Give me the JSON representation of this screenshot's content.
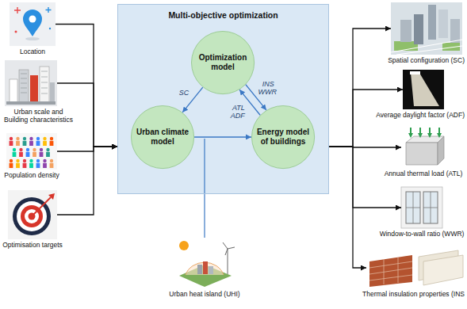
{
  "diagram": {
    "nodes": [
      {
        "text": [
          "Location"
        ]
      },
      {
        "text": [
          "Urban scale and Building characteristics"
        ]
      },
      {
        "text": [
          "Population density"
        ]
      },
      {
        "text": [
          "Optimisation targets"
        ]
      },
      {
        "text": [
          "Multi-objective optimization"
        ]
      },
      {
        "text": [
          "Optimization model"
        ],
        "in": 4
      },
      {
        "text": [
          "Urban climate model"
        ],
        "in": 4
      },
      {
        "text": [
          "Energy model of buildings"
        ],
        "in": 4
      },
      {
        "text": [
          "Urban heat island (UHI)"
        ]
      },
      {
        "text": [
          "Spatial configuration (SC)"
        ]
      },
      {
        "text": [
          "Average daylight factor (ADF)"
        ]
      },
      {
        "text": [
          "Annual thermal load (ATL)"
        ]
      },
      {
        "text": [
          "Window-to-wall ratio (WWR)"
        ]
      },
      {
        "text": [
          "Thermal insulation properties (INS"
        ]
      }
    ],
    "edges": [
      {
        "from": 0,
        "to": 4,
        "arrow": "to"
      },
      {
        "from": 1,
        "to": 4,
        "arrow": "to"
      },
      {
        "from": 2,
        "to": 4,
        "arrow": "to"
      },
      {
        "from": 3,
        "to": 4,
        "arrow": "to"
      },
      {
        "from": 5,
        "to": 6,
        "label": "SC",
        "arrow": "to"
      },
      {
        "from": 5,
        "to": 7,
        "label": "INS WWR",
        "arrow": "to"
      },
      {
        "from": 7,
        "to": 5,
        "label": "ATL ADF",
        "arrow": "to"
      },
      {
        "from": 6,
        "to": 7,
        "arrow": "to"
      },
      {
        "from": 4,
        "to": 9,
        "arrow": "to"
      },
      {
        "from": 4,
        "to": 10,
        "arrow": "to"
      },
      {
        "from": 4,
        "to": 11,
        "arrow": "to"
      },
      {
        "from": 4,
        "to": 12,
        "arrow": "to"
      },
      {
        "from": 4,
        "to": 13,
        "arrow": "to"
      }
    ]
  }
}
